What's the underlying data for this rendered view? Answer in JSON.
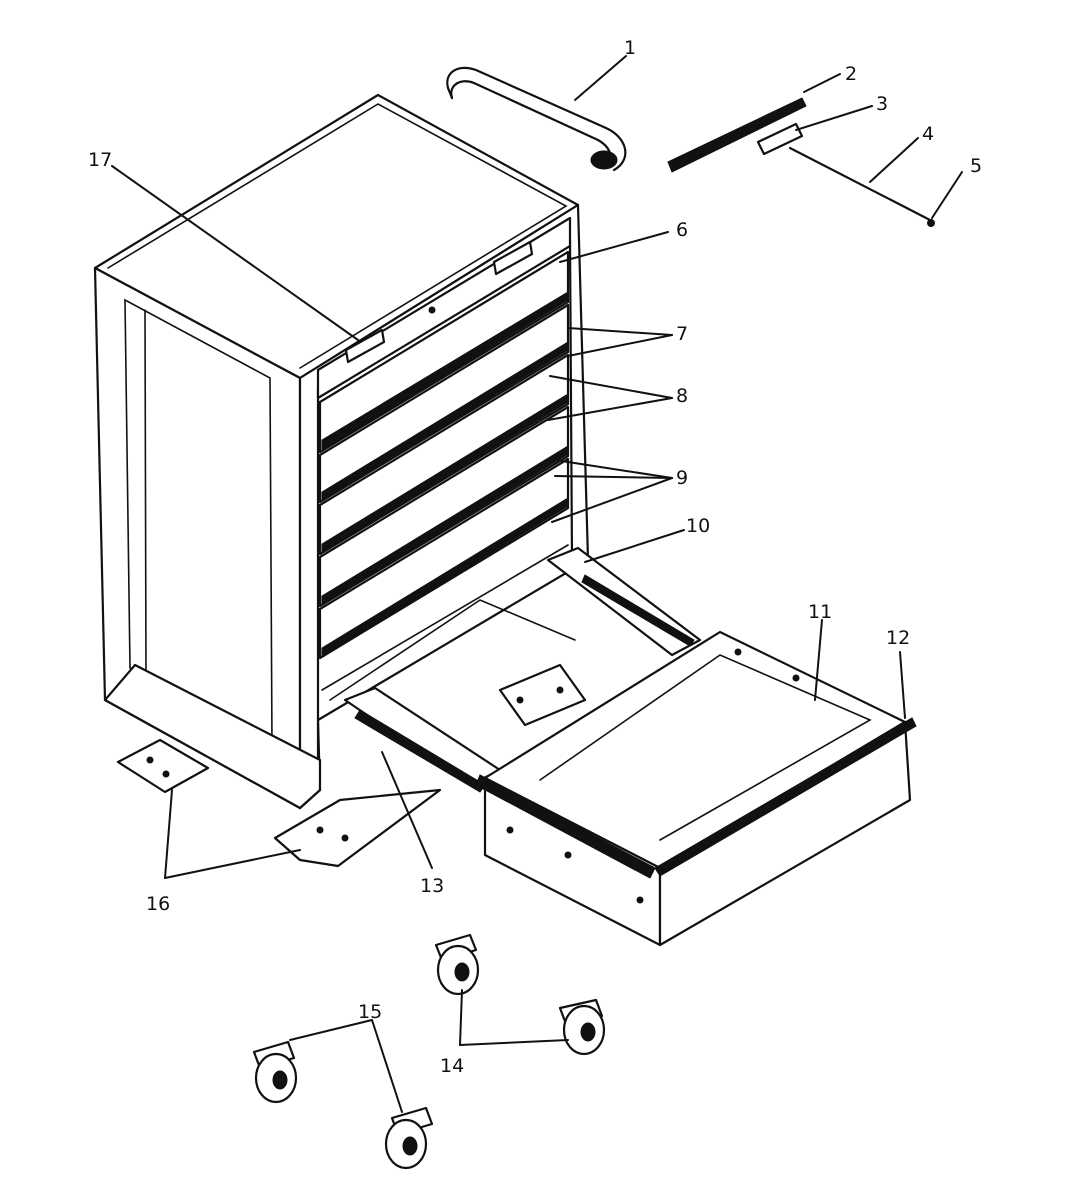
{
  "diagram": {
    "labels": {
      "p1": "1",
      "p2": "2",
      "p3": "3",
      "p4": "4",
      "p5": "5",
      "p6": "6",
      "p7": "7",
      "p8": "8",
      "p9": "9",
      "p10": "10",
      "p11": "11",
      "p12": "12",
      "p13": "13",
      "p14": "14",
      "p15": "15",
      "p16": "16",
      "p17": "17"
    }
  }
}
